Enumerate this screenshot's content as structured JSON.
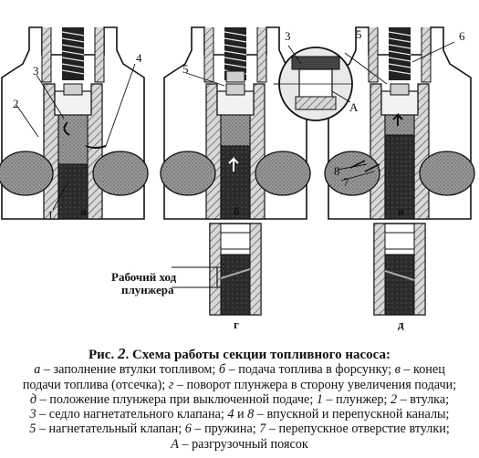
{
  "figure": {
    "parts": [
      {
        "id": "a",
        "label": "а"
      },
      {
        "id": "b",
        "label": "б"
      },
      {
        "id": "v",
        "label": "в"
      },
      {
        "id": "g",
        "label": "г"
      },
      {
        "id": "d",
        "label": "д"
      }
    ],
    "callouts": {
      "n1": "1",
      "n2": "2",
      "n3": "3",
      "n4": "4",
      "n3b": "3",
      "n5b": "5",
      "n5v": "5",
      "n6": "6",
      "n7": "7",
      "n8": "8",
      "nA": "А"
    },
    "stroke_label_line1": "Рабочий ход",
    "stroke_label_line2": "плунжера"
  },
  "caption": {
    "prefix": "Рис.",
    "number": "2",
    "title": "Схема работы секции топливного насоса:",
    "lines": [
      [
        {
          "t": "а",
          "i": true
        },
        {
          "t": " – заполнение втулки топливом; "
        },
        {
          "t": "б",
          "i": true
        },
        {
          "t": " – подача топлива в форсунку; "
        },
        {
          "t": "в",
          "i": true
        },
        {
          "t": " – конец"
        }
      ],
      [
        {
          "t": "подачи топлива (отсечка); "
        },
        {
          "t": "г",
          "i": true
        },
        {
          "t": " – поворот плунжера в сторону увеличения подачи;"
        }
      ],
      [
        {
          "t": "д",
          "i": true
        },
        {
          "t": " – положение плунжера при выключенной подаче; "
        },
        {
          "t": "1",
          "i": true
        },
        {
          "t": " – плунжер; "
        },
        {
          "t": "2",
          "i": true
        },
        {
          "t": " – втулка;"
        }
      ],
      [
        {
          "t": "3",
          "i": true
        },
        {
          "t": " – седло нагнетательного клапана; "
        },
        {
          "t": "4",
          "i": true
        },
        {
          "t": " и "
        },
        {
          "t": "8",
          "i": true
        },
        {
          "t": " – впускной и перепускной каналы;"
        }
      ],
      [
        {
          "t": "5",
          "i": true
        },
        {
          "t": " – нагнетательный клапан; "
        },
        {
          "t": "6",
          "i": true
        },
        {
          "t": " – пружина; "
        },
        {
          "t": "7",
          "i": true
        },
        {
          "t": " – перепускное отверстие втулки;"
        }
      ],
      [
        {
          "t": "А",
          "i": true
        },
        {
          "t": " – разгрузочный поясок"
        }
      ]
    ]
  }
}
